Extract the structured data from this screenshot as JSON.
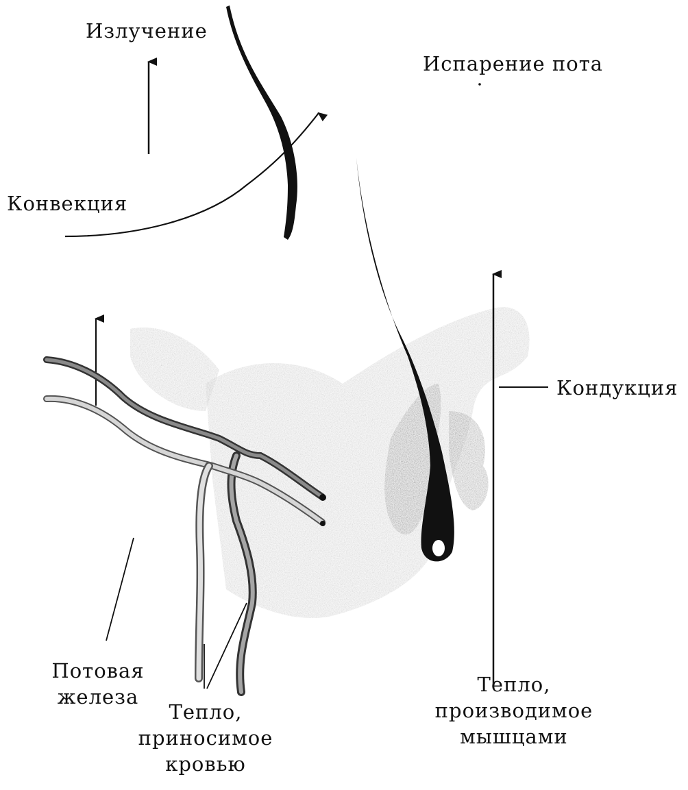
{
  "labels": {
    "radiation": "Излучение",
    "evaporation": "Испарение пота",
    "convection": "Конвекция",
    "conduction": "Кондукция",
    "sweat_gland": [
      "Потовая",
      "железа"
    ],
    "blood_heat": [
      "Тепло,",
      "приносимое",
      "кровью"
    ],
    "muscle_heat": [
      "Тепло,",
      "производимое",
      "мышцами"
    ]
  }
}
